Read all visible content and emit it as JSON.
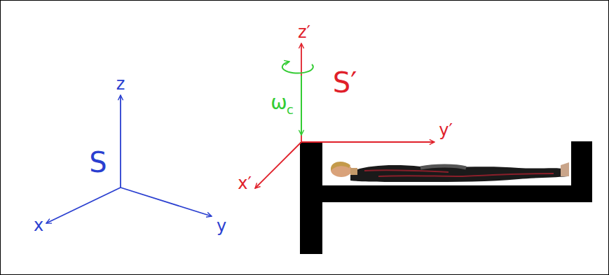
{
  "diagram": {
    "labels": [
      "z",
      "x",
      "y",
      "S",
      "z′",
      "x′",
      "y′",
      "S′",
      "ω",
      "c"
    ]
  }
}
